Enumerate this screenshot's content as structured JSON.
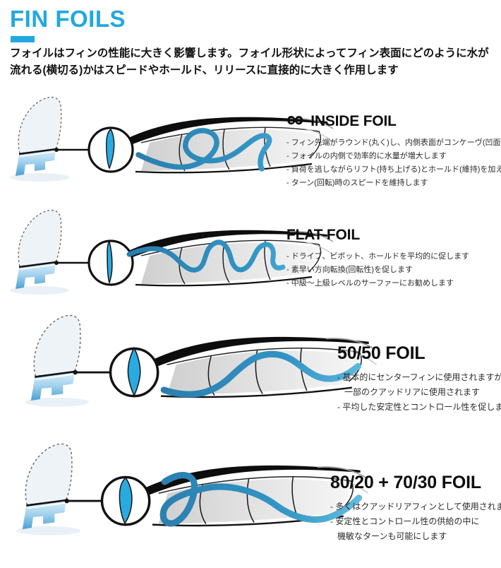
{
  "page": {
    "title": "FIN FOILS",
    "intro": "フォイルはフィンの性能に大きく影響します。フォイル形状によってフィン表面にどのように水が流れる(横切る)かはスピードやホールド、リリースに直接的に大きく作用します"
  },
  "colors": {
    "accent_cyan": "#21a8e0",
    "cross_section_blue": "#29abe2",
    "ribbon_blue_dark": "#2a7eae",
    "ribbon_blue_light": "#63bce0",
    "text_black": "#111111",
    "bullet_gray": "#2b2b2b"
  },
  "sections": [
    {
      "title": "INSIDE FOIL",
      "icon": "infinity",
      "icon_glyph": "∞",
      "bullets": [
        "- フィン先端がラウンド(丸く)し、内側表面がコンケーヴ(凹面)しています",
        "- フォイルの内側で効率的に水量が増大します",
        "- 負荷を逃しながらリフト(持ち上げる)とホールド(維持)を加えます",
        "- ターン(回転)時のスピードを維持します"
      ]
    },
    {
      "title": "FLAT FOIL",
      "bullets": [
        "- ドライブ、ピボット、ホールドを平均的に促します",
        "- 素早い方向転換(回転性)を促します",
        "- 中級～上級レベルのサーファーにお勧めします"
      ]
    },
    {
      "title": "50/50 FOIL",
      "bullets": [
        "- 基本的にセンターフィンに使用されますが、",
        "一部のクアッドリアに使用されます",
        "- 平均した安定性とコントロール性を促します"
      ]
    },
    {
      "title": "80/20 + 70/30 FOIL",
      "bullets": [
        "- 多くはクアッドリアフィンとして使用されます",
        "- 安定性とコントロール性の供給の中に",
        "機敏なターンも可能にします"
      ]
    }
  ]
}
